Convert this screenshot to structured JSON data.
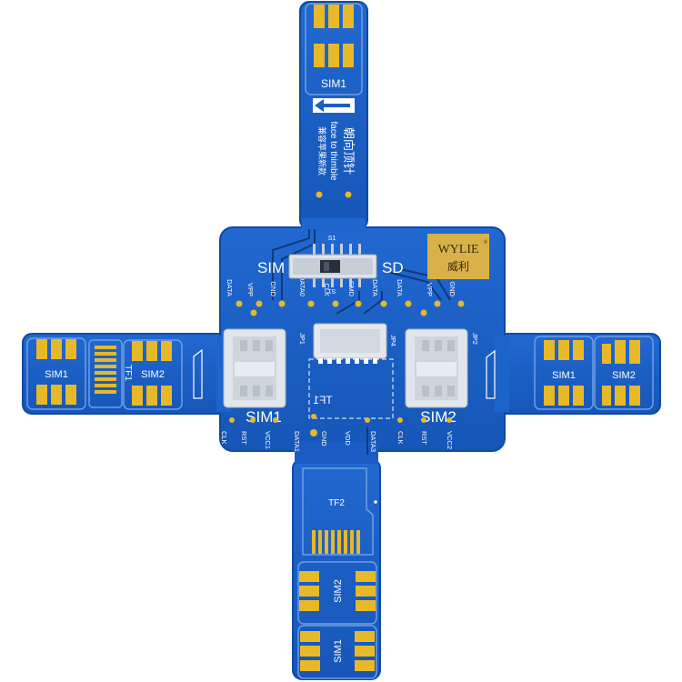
{
  "colors": {
    "board": "#1a5fc4",
    "board_edge": "#0f4aa6",
    "gold": "#e7b928",
    "logo_bg": "#d8b249",
    "socket": "#dde3ea",
    "silkscreen": "#ffffff",
    "trace": "#0e3a7a"
  },
  "top_arm": {
    "label": "SIM1",
    "note_cn_1": "朝向顶针",
    "note_en": "face to thimble",
    "note_cn_2": "兼容苹果新款"
  },
  "left_arm": {
    "sim_label": "SIM1",
    "tf_label": "TF1",
    "sim2_label": "SIM2"
  },
  "right_arm": {
    "sim1_label": "SIM1",
    "sim2_label": "SIM2"
  },
  "bottom_arm": {
    "tf_label": "TF2",
    "sim2_label": "SIM2",
    "sim1_label": "SIM1"
  },
  "center": {
    "switch_left": "SIM",
    "switch_right": "SD",
    "switch_ref": "S1",
    "switch_ref_mirror": "S1",
    "logo_en": "WYLIE",
    "logo_cn": "威利",
    "logo_reg": "®",
    "sim1_label": "SIM1",
    "sim2_label": "SIM2",
    "jp1": "JP1",
    "jp2": "JP2",
    "jp4": "JP4",
    "tf_mirror": "TF1",
    "top_pins": [
      "DATA",
      "VPP",
      "GND",
      "DATA0",
      "CLK",
      "CMD",
      "DATA",
      "DATA",
      "VPP",
      "GND"
    ],
    "bottom_pins_left": [
      "CLK",
      "RST",
      "VCC1",
      "DATA1"
    ],
    "bottom_pins_mid": [
      "GND",
      "VDD",
      "DATA3"
    ],
    "bottom_pins_right": [
      "CLK",
      "RST",
      "VCC2"
    ]
  }
}
